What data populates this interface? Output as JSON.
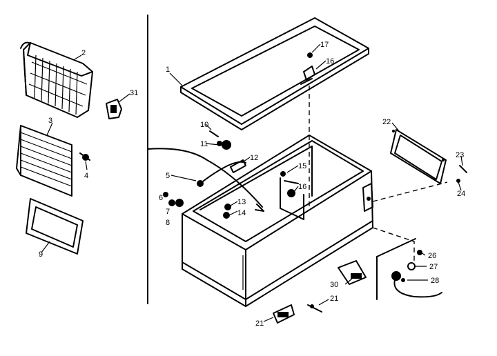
{
  "diagram": {
    "callouts": {
      "c1": "1",
      "c2": "2",
      "c3": "3",
      "c4": "4",
      "c5": "5",
      "c6": "6",
      "c7": "7",
      "c8": "8",
      "c9": "9",
      "c10": "10",
      "c11": "11",
      "c12": "12",
      "c13": "13",
      "c14": "14",
      "c15": "15",
      "c16a": "16",
      "c16b": "16",
      "c17": "17",
      "c21a": "21",
      "c21b": "21",
      "c22": "22",
      "c23": "23",
      "c24": "24",
      "c26": "26",
      "c27": "27",
      "c28": "28",
      "c30": "30",
      "c31": "31"
    }
  }
}
